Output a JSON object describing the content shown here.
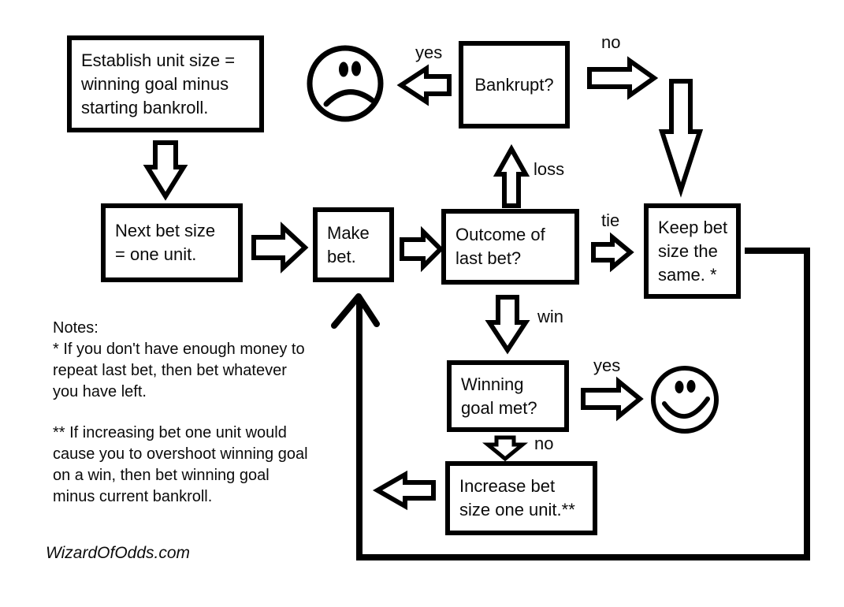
{
  "diagram": {
    "title_hint": "Betting system flowchart",
    "boxes": {
      "establish": {
        "lines": [
          "Establish unit size =",
          "winning goal minus",
          "starting bankroll."
        ]
      },
      "next_bet": {
        "lines": [
          "Next bet size",
          "= one unit."
        ]
      },
      "make_bet": {
        "lines": [
          "Make",
          "bet."
        ]
      },
      "outcome": {
        "lines": [
          "Outcome of",
          "last bet?"
        ]
      },
      "bankrupt": {
        "lines": [
          "Bankrupt?"
        ]
      },
      "keep": {
        "lines": [
          "Keep bet",
          "size the",
          "same. *"
        ]
      },
      "winning": {
        "lines": [
          "Winning",
          "goal met?"
        ]
      },
      "increase": {
        "lines": [
          "Increase bet",
          "size one unit.**"
        ]
      }
    },
    "labels": {
      "yes_top": "yes",
      "no_top": "no",
      "loss": "loss",
      "tie": "tie",
      "win": "win",
      "yes_bottom": "yes",
      "no_bottom": "no"
    },
    "icons": {
      "sad_face": "sad-face",
      "happy_face": "happy-face"
    },
    "notes": {
      "heading": "Notes:",
      "note1_lines": [
        "*  If you don't have enough money to",
        "repeat last bet, then bet whatever",
        "you have left."
      ],
      "note2_lines": [
        "**  If increasing bet one unit would",
        "cause you to overshoot winning goal",
        "on a win, then bet winning goal",
        "minus current bankroll."
      ]
    },
    "credit": "WizardOfOdds.com",
    "colors": {
      "ink": "#000000",
      "background": "#ffffff"
    }
  }
}
